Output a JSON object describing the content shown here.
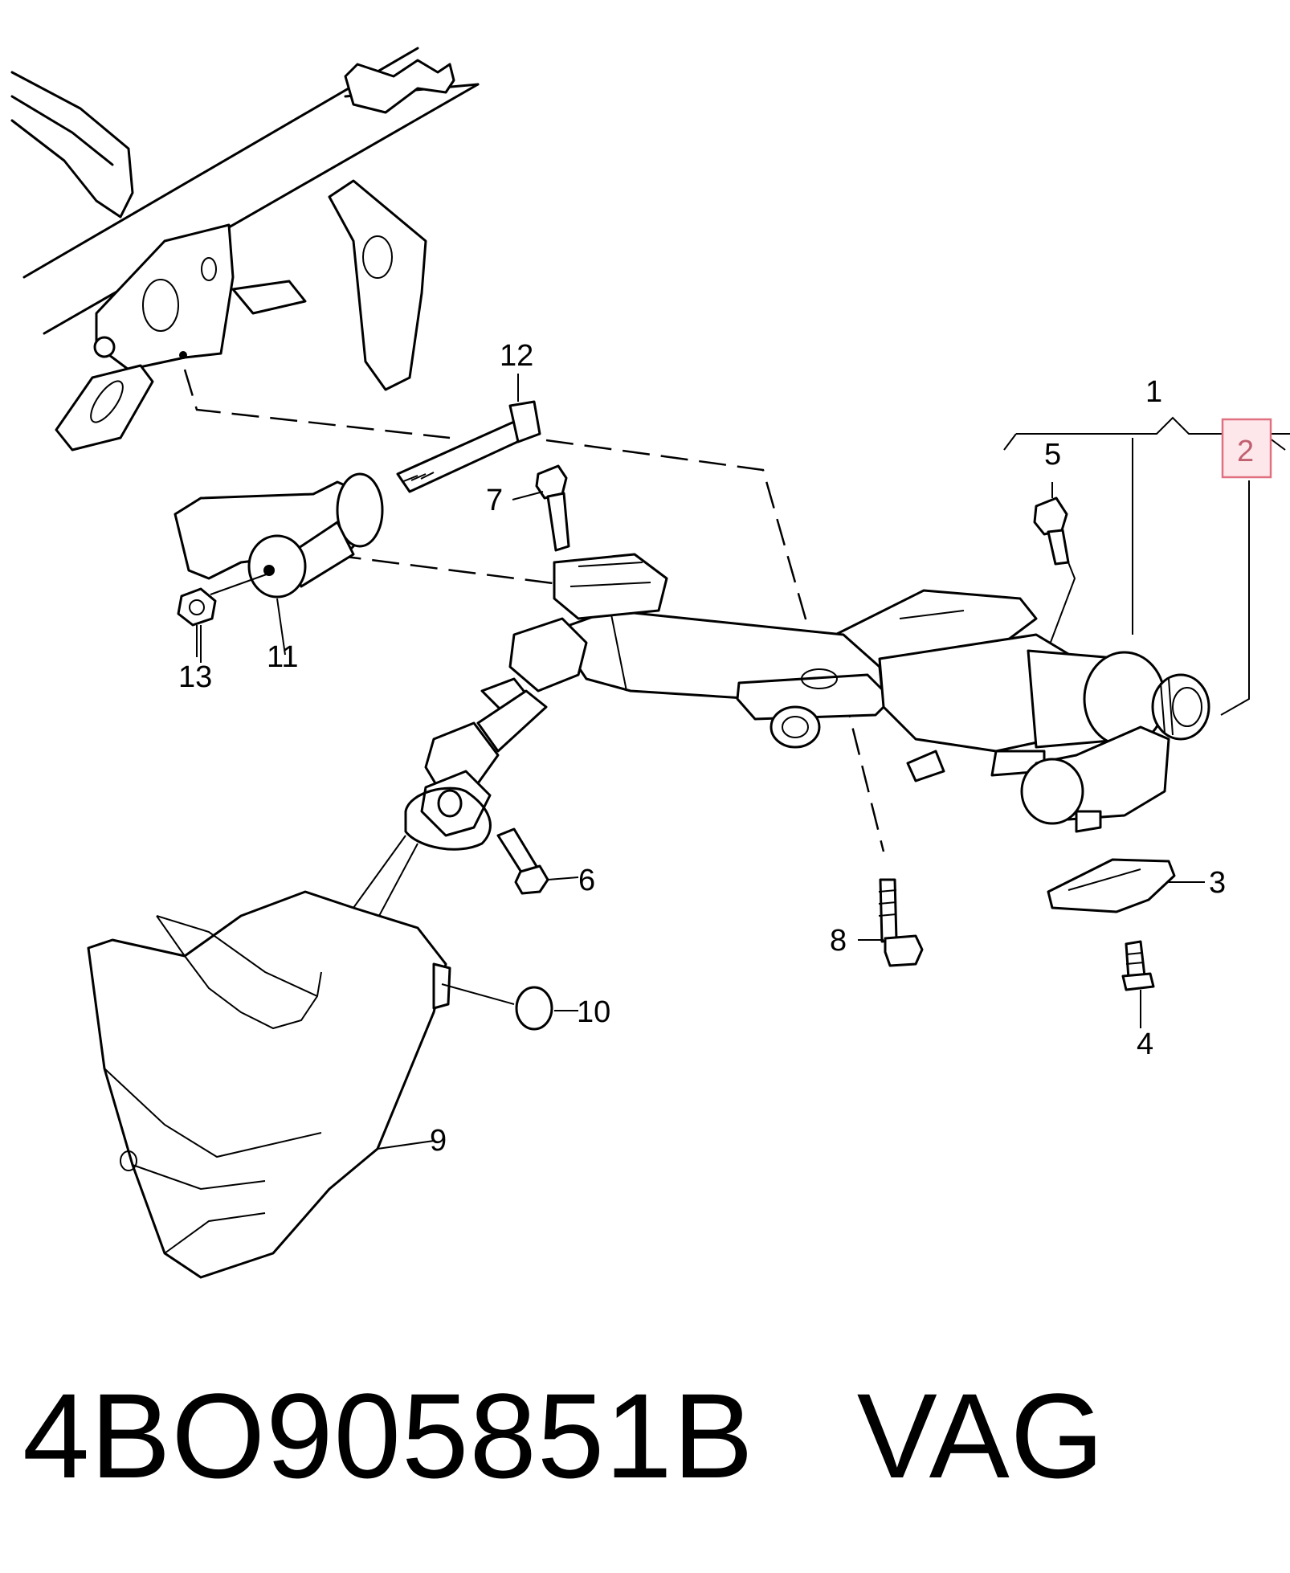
{
  "diagram": {
    "callouts": {
      "c1": "1",
      "c2": "2",
      "c3": "3",
      "c4": "4",
      "c5": "5",
      "c6": "6",
      "c7": "7",
      "c8": "8",
      "c9": "9",
      "c10": "10",
      "c11": "11",
      "c12": "12",
      "c13": "13"
    },
    "highlighted_callout": "2",
    "highlight_color": "#e07080"
  },
  "caption": {
    "part_number": "4BO905851B",
    "brand": "VAG"
  }
}
